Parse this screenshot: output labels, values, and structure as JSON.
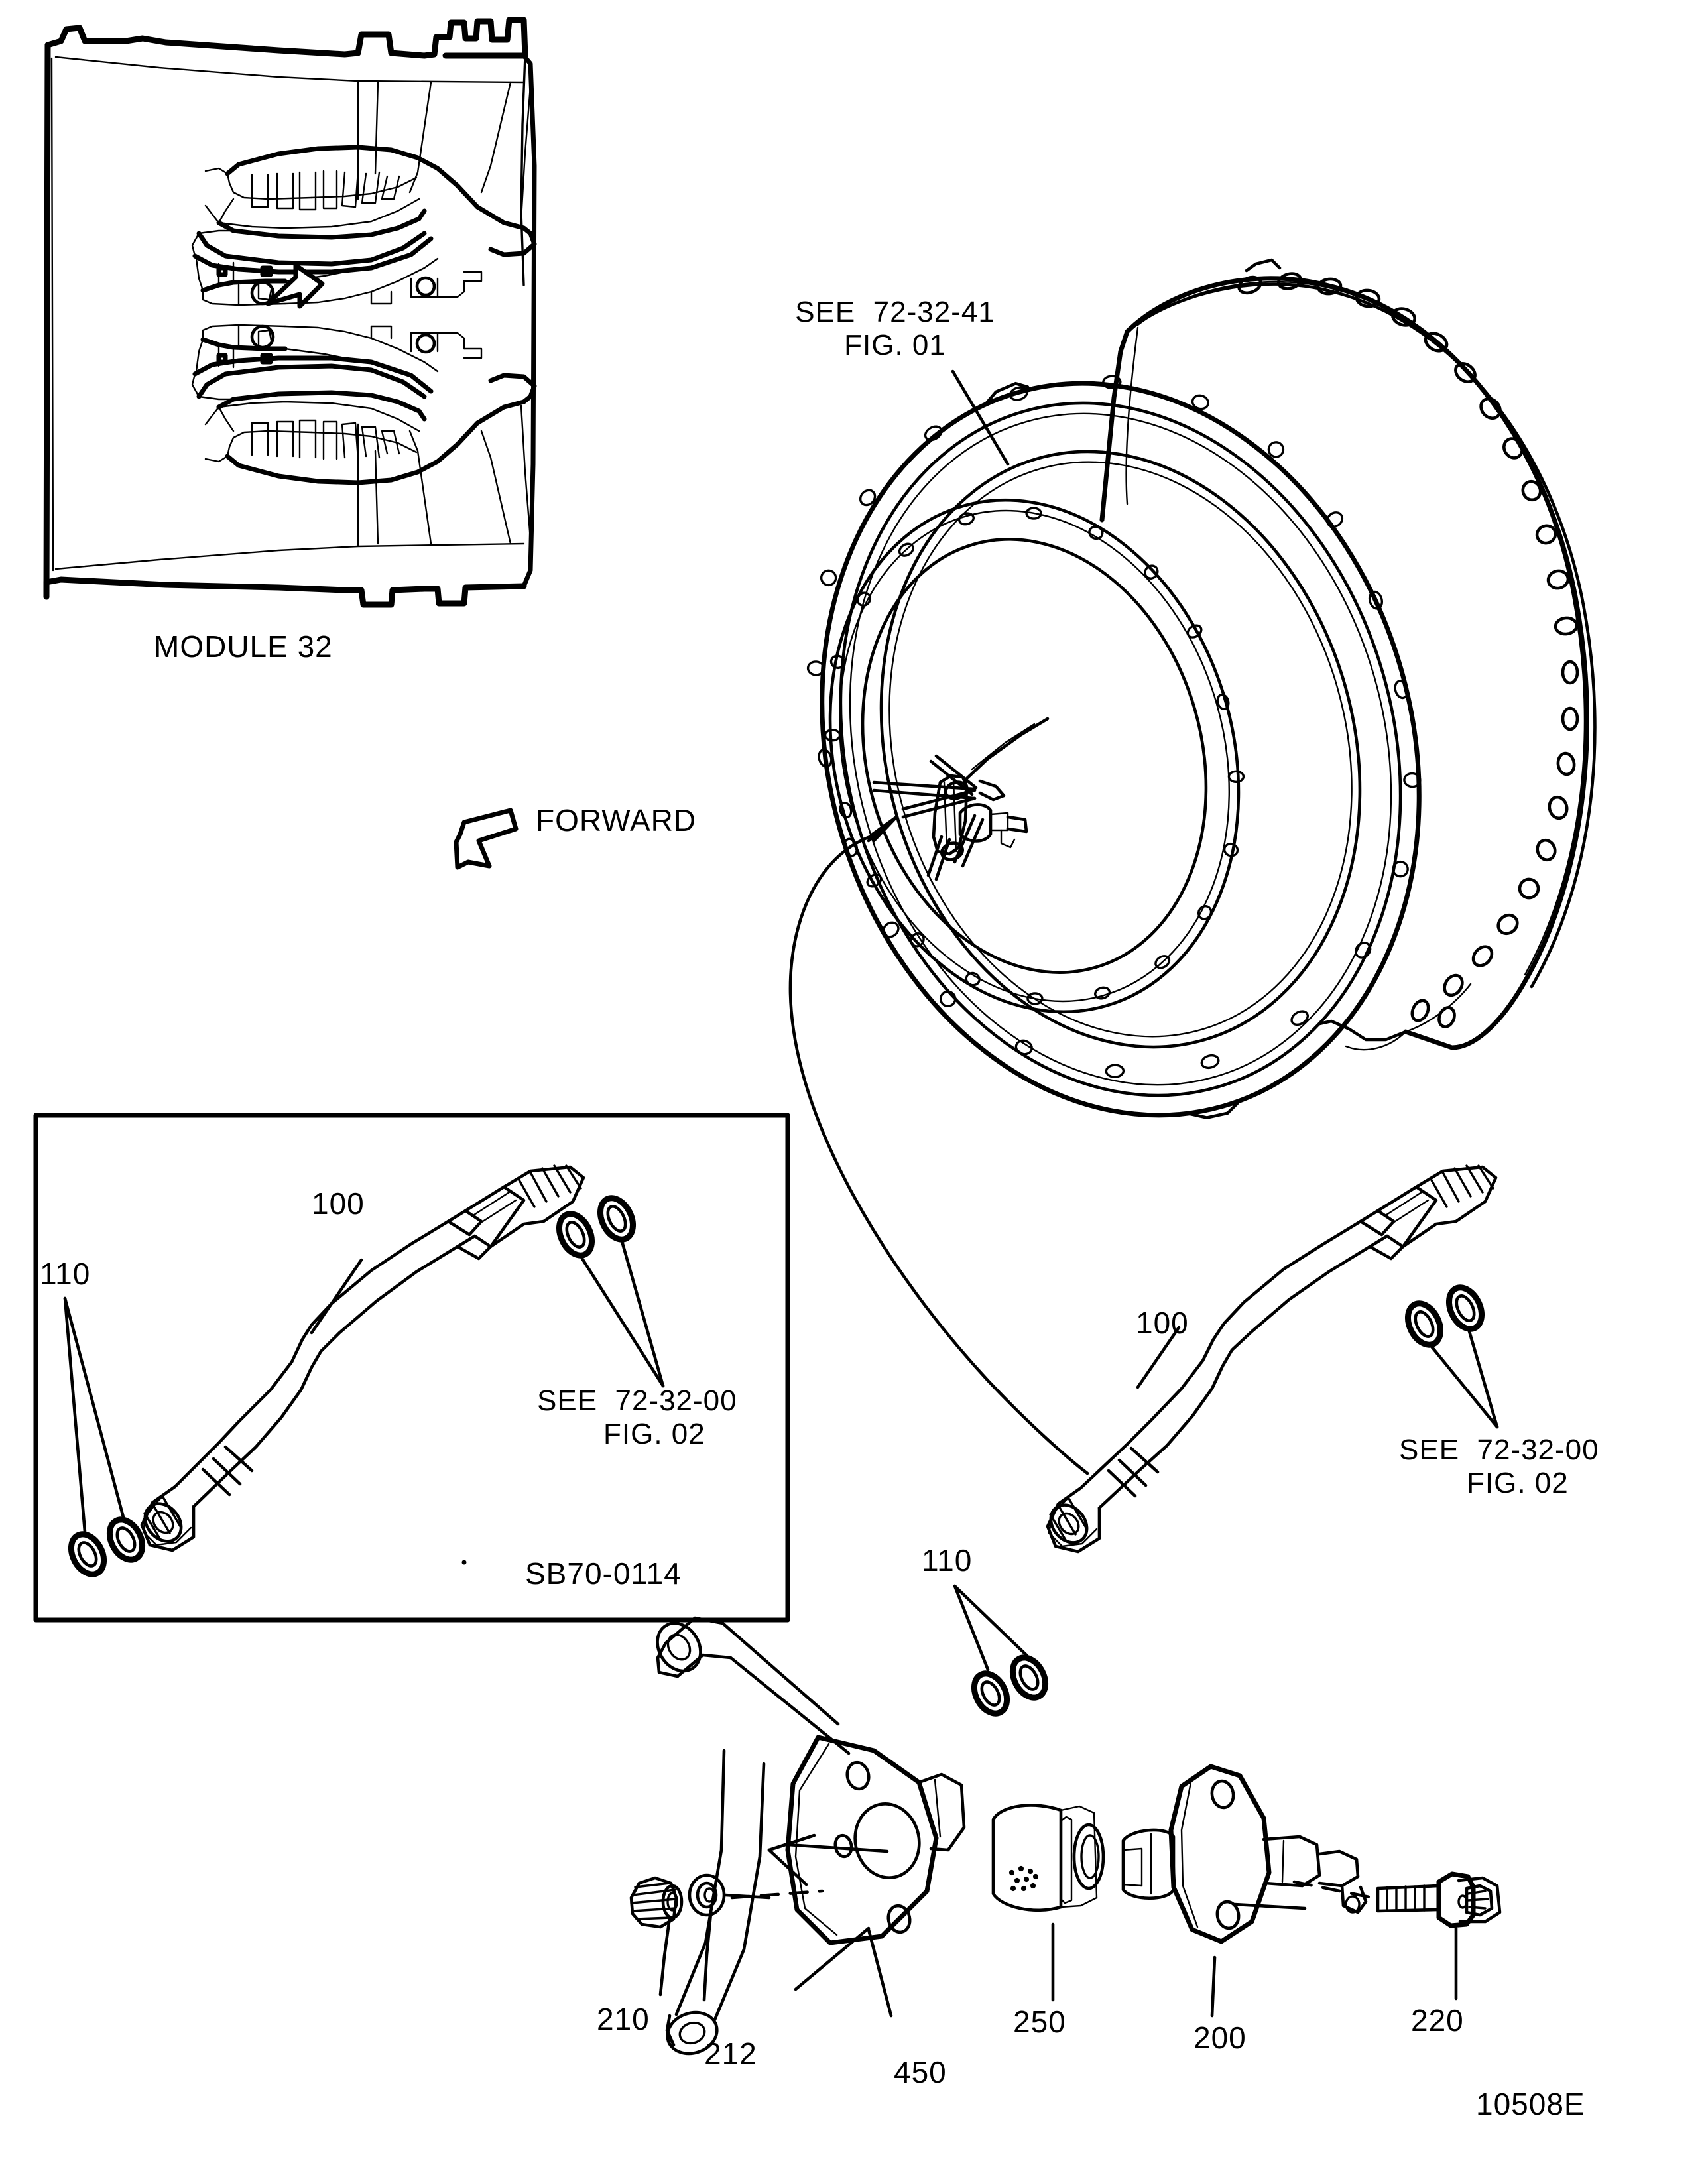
{
  "figure": {
    "code": "10508E",
    "module_label": "MODULE 32",
    "direction_label": "FORWARD"
  },
  "references": {
    "casing_ref_line1": "SEE  72-32-41",
    "casing_ref_line2": "FIG. 01",
    "inset_ref_line1": "SEE  72-32-00",
    "inset_ref_line2": "FIG. 02",
    "right_ref_line1": "SEE  72-32-00",
    "right_ref_line2": "FIG. 02"
  },
  "inset": {
    "service_bulletin": "SB70-0114",
    "item_tube": "100",
    "item_seals": "110"
  },
  "callouts": {
    "tube": "100",
    "seals": "110",
    "fitting": "200",
    "nut": "210",
    "washer": "212",
    "bolt": "220",
    "sleeve": "250",
    "bracket": "450"
  },
  "colors": {
    "line": "#000000",
    "background": "#ffffff"
  },
  "icons": {
    "forward_arrow": "arrow-left-down-icon",
    "section_arrow": "arrow-up-right-icon"
  }
}
